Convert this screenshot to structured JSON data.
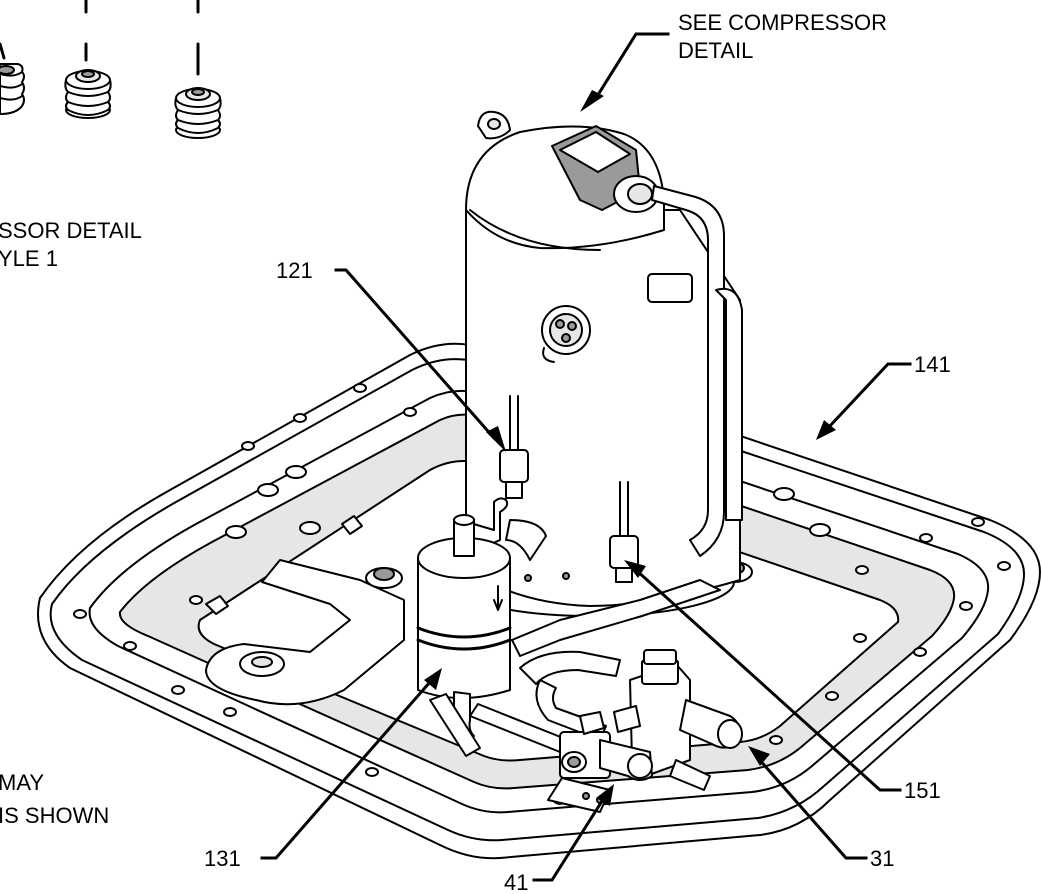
{
  "labels": {
    "see_compressor_detail_line1": "SEE COMPRESSOR",
    "see_compressor_detail_line2": "DETAIL",
    "compressor_detail_style_line1": "SSOR DETAIL",
    "compressor_detail_style_line2": "YLE 1",
    "may_shown_line1": "MAY",
    "may_shown_line2": "IS SHOWN"
  },
  "callouts": {
    "c121": "121",
    "c141": "141",
    "c131": "131",
    "c41": "41",
    "c31": "31",
    "c151": "151"
  }
}
